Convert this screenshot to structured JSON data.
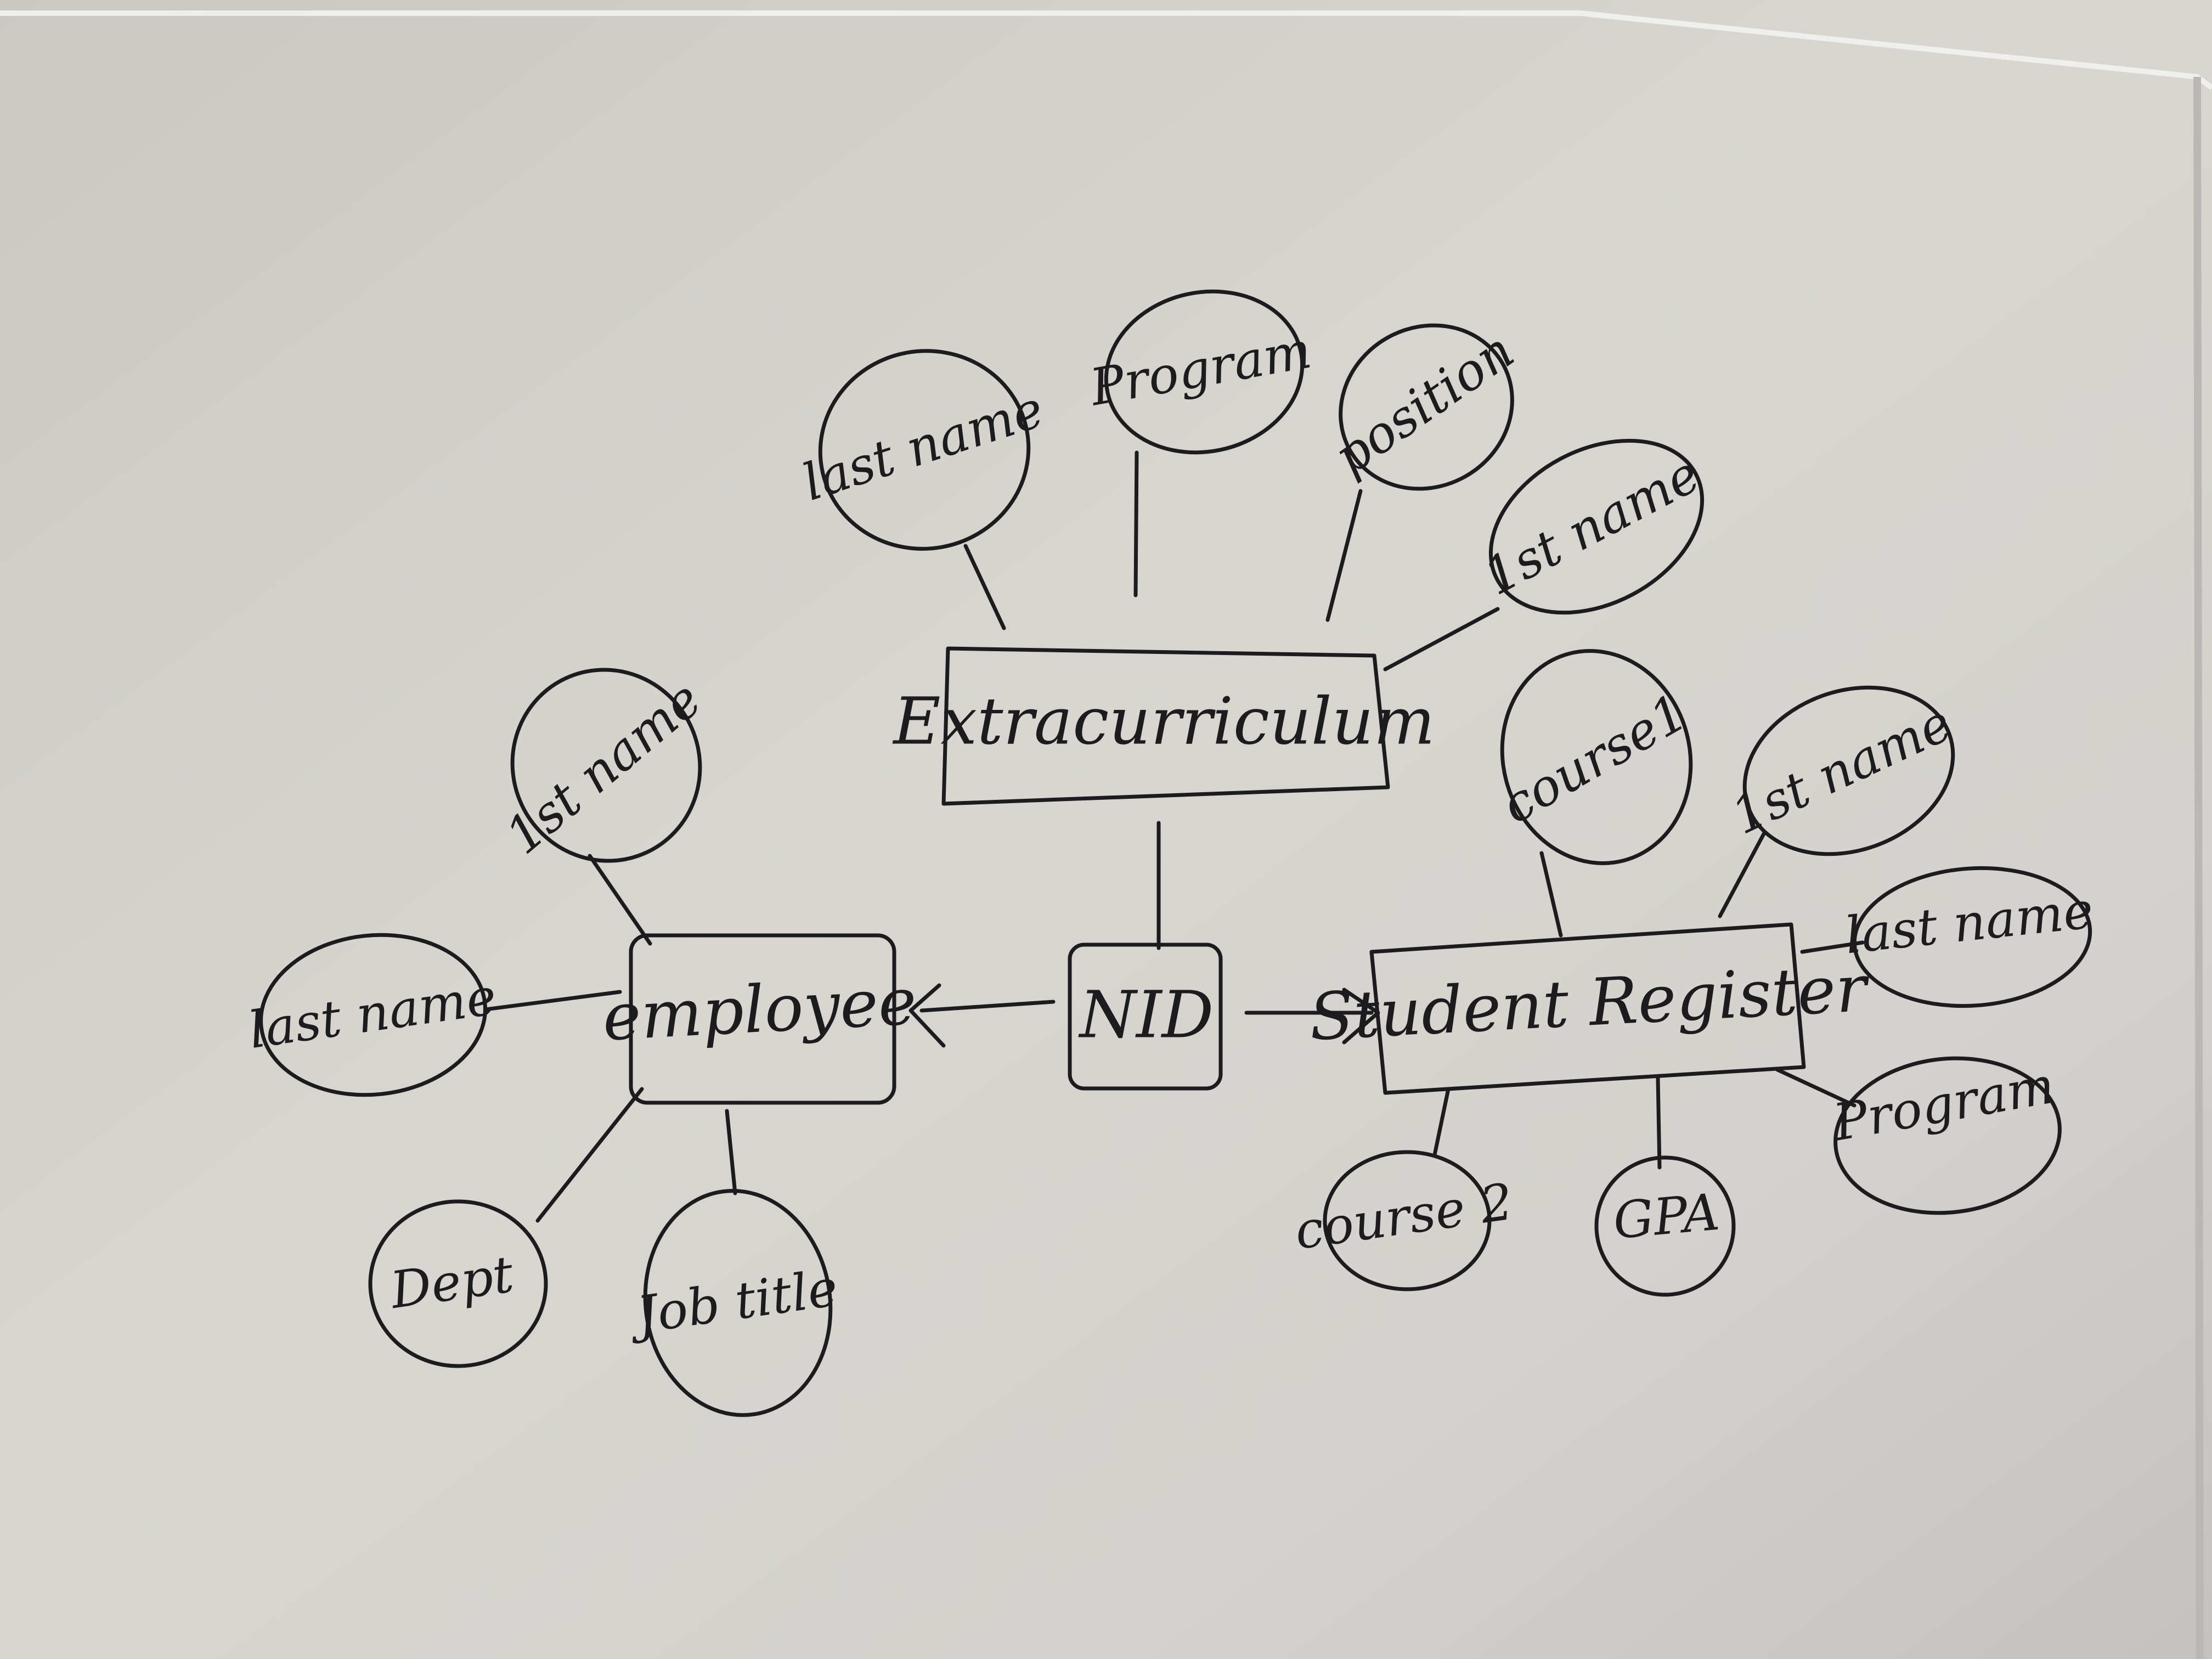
{
  "diagram": {
    "entities": {
      "extracurriculum": "Extracurriculum",
      "employee": "employee",
      "nid": "NID",
      "student_register": "Student Register"
    },
    "attributes": {
      "extracurriculum": {
        "last_name": "last name",
        "program": "Program",
        "position": "position",
        "first_name": "1st name"
      },
      "employee": {
        "first_name": "1st name",
        "last_name": "last name",
        "dept": "Dept",
        "job_title": "Job title"
      },
      "student_register": {
        "course1": "course1",
        "first_name": "1st name",
        "last_name": "last name",
        "program": "Program",
        "gpa": "GPA",
        "course2": "course 2"
      }
    }
  }
}
